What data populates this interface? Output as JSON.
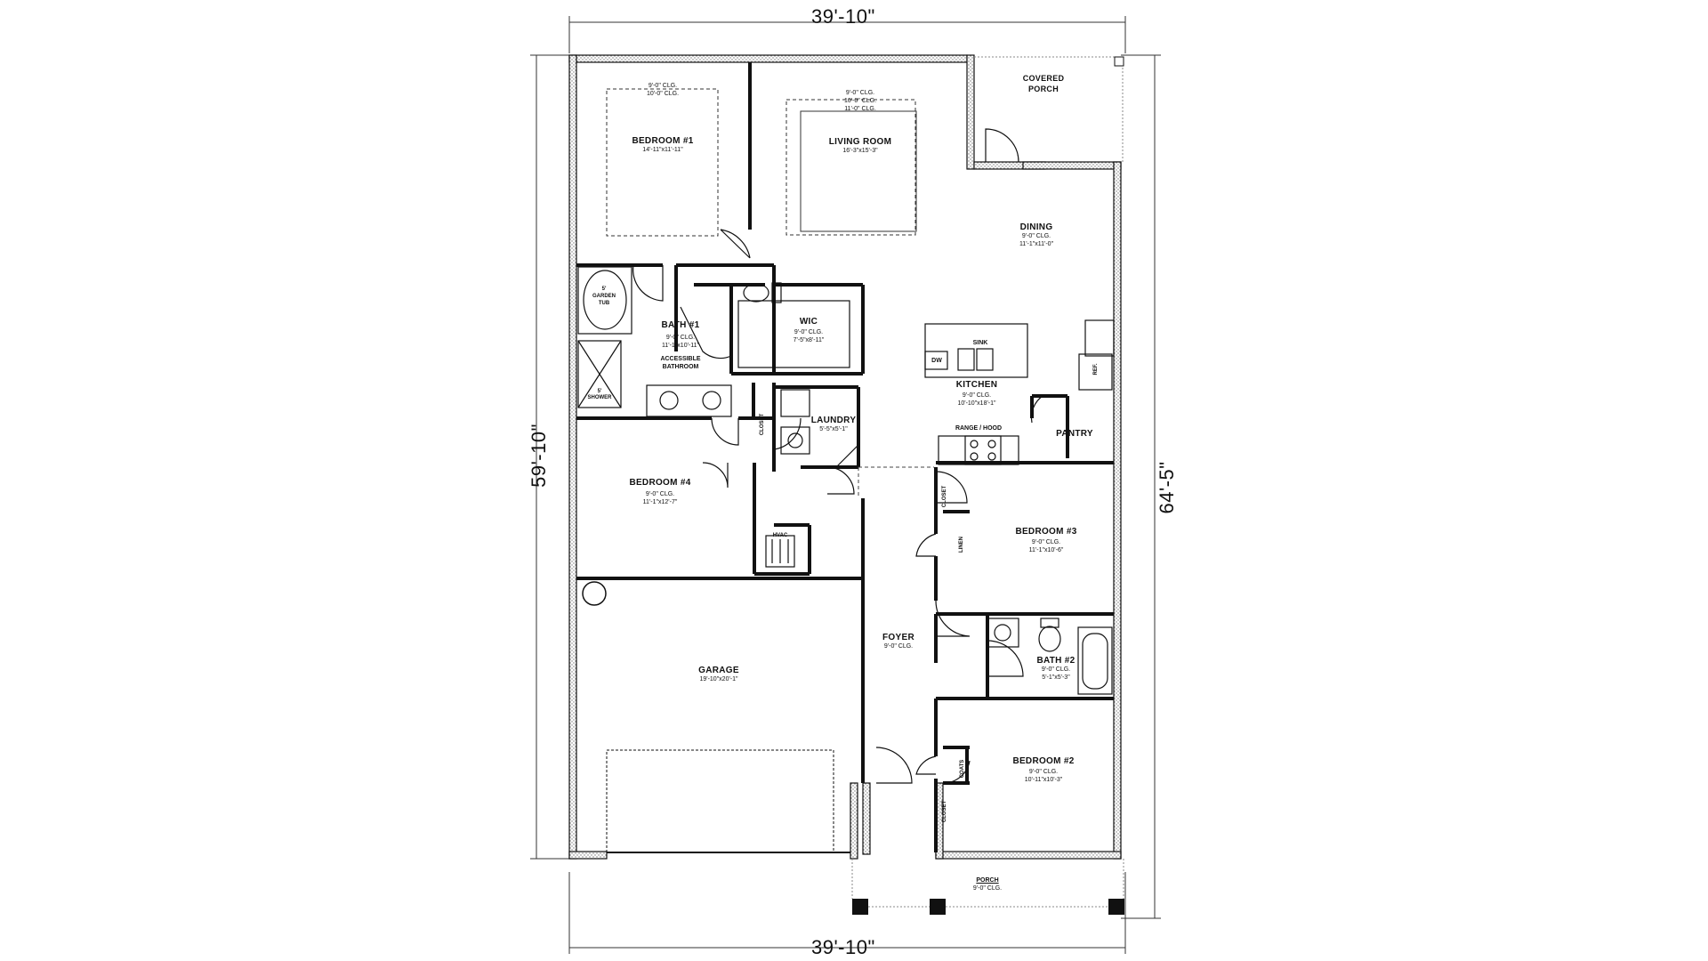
{
  "dimensions": {
    "top": "39'-10\"",
    "bottom": "39'-10\"",
    "left": "59'-10\"",
    "right": "64'-5\""
  },
  "rooms": {
    "bedroom1": {
      "ceiling1": "9'-0\" CLG.",
      "ceiling2": "10'-0\" CLG.",
      "name": "BEDROOM #1",
      "size": "14'-11\"x11'-11\""
    },
    "living": {
      "ceiling1": "9'-0\" CLG.",
      "ceiling2": "10'-0\" CLG.",
      "ceiling3": "11'-0\" CLG.",
      "name": "LIVING ROOM",
      "size": "16'-3\"x15'-3\""
    },
    "covered_porch": {
      "line1": "COVERED",
      "line2": "PORCH"
    },
    "dining": {
      "name": "DINING",
      "ceiling": "9'-0\" CLG.",
      "size": "11'-1\"x11'-0\""
    },
    "bath1": {
      "name": "BATH #1",
      "ceiling": "9'-0\" CLG.",
      "size": "11'-1\"x10'-11\"",
      "note1": "ACCESSIBLE",
      "note2": "BATHROOM"
    },
    "garden_tub": {
      "line1": "5'",
      "line2": "GARDEN",
      "line3": "TUB"
    },
    "shower": {
      "line1": "5'",
      "line2": "SHOWER"
    },
    "wic": {
      "name": "WIC",
      "ceiling": "9'-0\" CLG.",
      "size": "7'-5\"x8'-11\""
    },
    "kitchen": {
      "name": "KITCHEN",
      "ceiling": "9'-0\" CLG.",
      "size": "10'-10\"x18'-1\"",
      "sink": "SINK",
      "dw": "DW",
      "range": "RANGE / HOOD",
      "ref": "REF."
    },
    "pantry": {
      "name": "PANTRY"
    },
    "laundry": {
      "name": "LAUNDRY",
      "size": "5'-5\"x5'-1\""
    },
    "bedroom4": {
      "name": "BEDROOM #4",
      "ceiling": "9'-0\" CLG.",
      "size": "11'-1\"x12'-7\""
    },
    "bedroom3": {
      "name": "BEDROOM #3",
      "ceiling": "9'-0\" CLG.",
      "size": "11'-1\"x10'-6\""
    },
    "hvac": {
      "name": "HVAC"
    },
    "foyer": {
      "name": "FOYER",
      "ceiling": "9'-0\" CLG."
    },
    "garage": {
      "name": "GARAGE",
      "size": "19'-10\"x20'-1\""
    },
    "bath2": {
      "name": "BATH #2",
      "ceiling": "9'-0\" CLG.",
      "size": "5'-1\"x5'-3\""
    },
    "bedroom2": {
      "name": "BEDROOM #2",
      "ceiling": "9'-0\" CLG.",
      "size": "10'-11\"x10'-3\""
    },
    "porch": {
      "name": "PORCH",
      "ceiling": "9'-0\" CLG."
    }
  },
  "closets": {
    "closet_laundry": "CLOSET",
    "closet_bed3": "CLOSET",
    "linen": "LINEN",
    "coats": "COATS",
    "closet_bed2": "CLOSET"
  }
}
